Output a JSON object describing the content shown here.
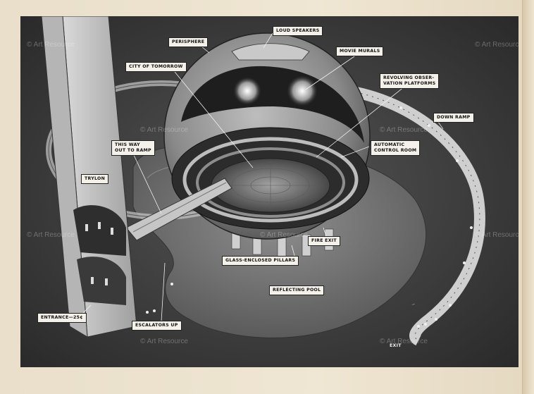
{
  "labels": {
    "loud_speakers": "LOUD SPEAKERS",
    "perisphere": "PERISPHERE",
    "movie_murals": "MOVIE MURALS",
    "city_of_tomorrow": "CITY OF TOMORROW",
    "revolving_platforms": "REVOLVING OBSER-\nVATION PLATFORMS",
    "down_ramp": "DOWN RAMP",
    "this_way": "THIS WAY\nOUT TO RAMP",
    "automatic_control": "AUTOMATIC\nCONTROL ROOM",
    "trylon": "TRYLON",
    "fire_exit": "FIRE EXIT",
    "glass_pillars": "GLASS-ENCLOSED PILLARS",
    "reflecting_pool": "REFLECTING POOL",
    "entrance": "ENTRANCE—25¢",
    "escalators_up": "ESCALATORS UP",
    "exit": "EXIT"
  },
  "watermark": "© Art Resource"
}
